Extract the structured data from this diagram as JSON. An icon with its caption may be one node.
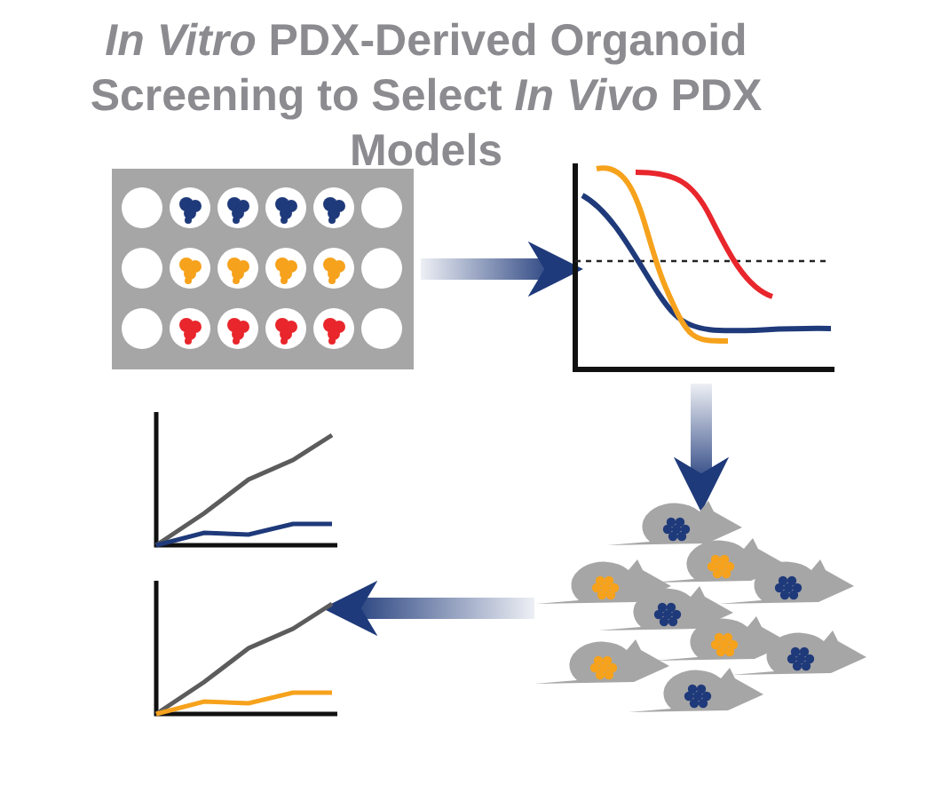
{
  "diagram": {
    "title": "*In Vitro* PDX-Derived Organoid Screening to Select *In Vivo* PDX Models",
    "nodes": [
      {
        "text": [],
        "shape": "picture"
      },
      {
        "text": [],
        "shape": "picture"
      },
      {
        "text": [],
        "shape": "picture"
      },
      {
        "text": [],
        "shape": "picture"
      }
    ],
    "edges": [
      {
        "from": 0,
        "to": 1,
        "arrow": "to"
      },
      {
        "from": 1,
        "to": 2,
        "arrow": "to"
      },
      {
        "from": 2,
        "to": 3,
        "arrow": "to"
      }
    ]
  }
}
